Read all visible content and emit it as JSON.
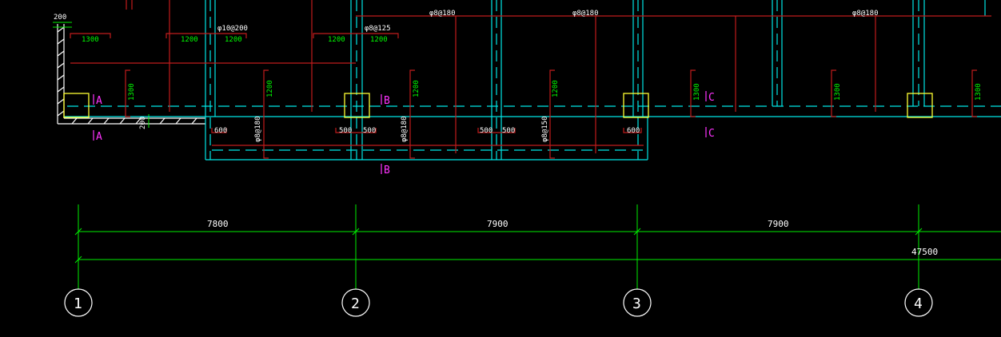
{
  "drawing": {
    "top_left_dim": "200",
    "wall_dim": "200",
    "rebar_notes": [
      "φ10@200",
      "φ8@125",
      "φ8@180",
      "φ8@180",
      "φ8@180"
    ],
    "top_dims": [
      "1300",
      "1200",
      "1200",
      "1200",
      "1200"
    ],
    "side_dims": [
      "1300",
      "1200",
      "1200",
      "1200",
      "1300",
      "1300",
      "1300"
    ],
    "bottom_small_dims": [
      "600",
      "500",
      "500",
      "500",
      "500",
      "600"
    ],
    "bottom_rebar": [
      "φ8@180",
      "φ8@180",
      "φ8@150"
    ],
    "section_marks": {
      "a": "A",
      "b": "B",
      "c": "C"
    }
  },
  "dimensions": {
    "spans": [
      "7800",
      "7900",
      "7900"
    ],
    "total": "47500"
  },
  "axes": [
    "1",
    "2",
    "3",
    "4"
  ]
}
